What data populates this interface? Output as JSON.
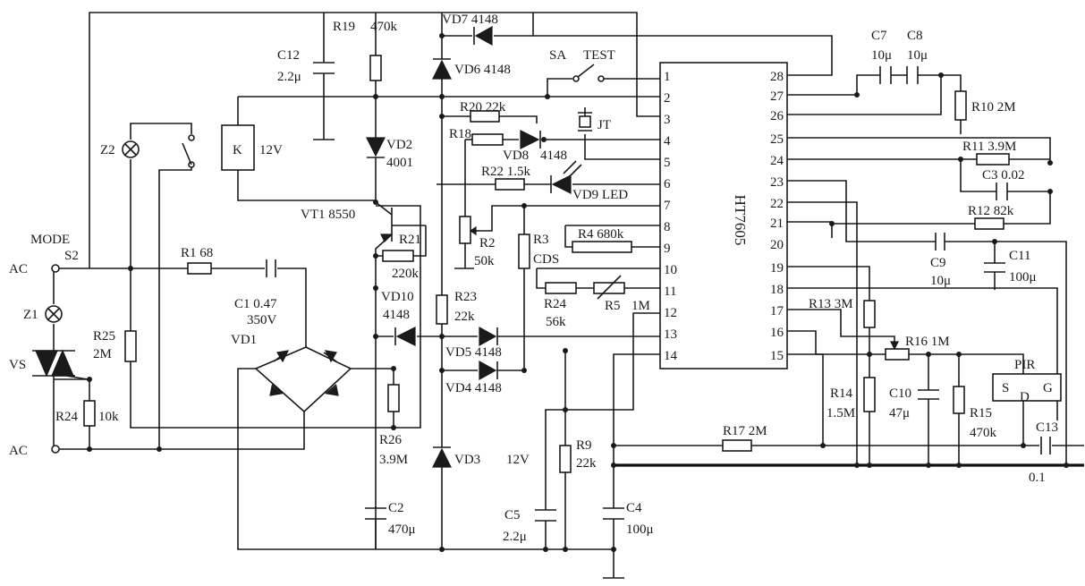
{
  "ic": {
    "name": "HT7605",
    "left_pins": [
      "1",
      "2",
      "3",
      "4",
      "5",
      "6",
      "7",
      "8",
      "9",
      "10",
      "11",
      "12",
      "13",
      "14"
    ],
    "right_pins": [
      "28",
      "27",
      "26",
      "25",
      "24",
      "23",
      "22",
      "21",
      "20",
      "19",
      "18",
      "17",
      "16",
      "15"
    ]
  },
  "labels": {
    "mode": "MODE",
    "s2": "S2",
    "ac_top": "AC",
    "ac_bottom": "AC",
    "z1": "Z1",
    "z2": "Z2",
    "vs": "VS",
    "r24_left": "R24",
    "r24_left_val": "10k",
    "r25": "R25",
    "r25_val": "2M",
    "r1": "R1 68",
    "c1": "C1 0.47",
    "c1_v": "350V",
    "vd1": "VD1",
    "k": "K",
    "k_v": "12V",
    "c12": "C12",
    "c12_val": "2.2μ",
    "r19": "R19",
    "r19_val": "470k",
    "vd7": "VD7 4148",
    "vd6": "VD6 4148",
    "sa": "SA",
    "test": "TEST",
    "jt": "JT",
    "r20": "R20 22k",
    "r18": "R18",
    "vd8": "VD8",
    "vd8_val": "4148",
    "r22": "R22 1.5k",
    "vd9": "VD9 LED",
    "vd2": "VD2",
    "vd2_val": "4001",
    "vt1": "VT1 8550",
    "r21": "R21",
    "r21_val": "220k",
    "r2": "R2",
    "r2_val": "50k",
    "r3": "R3",
    "cds": "CDS",
    "r4": "R4 680k",
    "r24": "R24",
    "r24_val": "56k",
    "r5": "R5",
    "r5_val": "1M",
    "vd10": "VD10",
    "vd10_val": "4148",
    "r23": "R23",
    "r23_val": "22k",
    "vd5": "VD5 4148",
    "vd4": "VD4 4148",
    "r26": "R26",
    "r26_val": "3.9M",
    "vd3": "VD3",
    "v12": "12V",
    "r9": "R9",
    "r9_val": "22k",
    "c2": "C2",
    "c2_val": "470μ",
    "c5": "C5",
    "c5_val": "2.2μ",
    "c4": "C4",
    "c4_val": "100μ",
    "c7": "C7",
    "c7_val": "10μ",
    "c8": "C8",
    "c8_val": "10μ",
    "r10": "R10 2M",
    "r11": "R11 3.9M",
    "c3": "C3 0.02",
    "r12": "R12 82k",
    "c9": "C9",
    "c9_val": "10μ",
    "c11": "C11",
    "c11_val": "100μ",
    "r13": "R13 3M",
    "r16": "R16 1M",
    "pir": "PIR",
    "pir_s": "S",
    "pir_d": "D",
    "pir_g": "G",
    "r14": "R14",
    "r14_val": "1.5M",
    "c10": "C10",
    "c10_val": "47μ",
    "r15": "R15",
    "r15_val": "470k",
    "r17": "R17 2M",
    "c13": "C13",
    "c13_val": "0.1"
  }
}
